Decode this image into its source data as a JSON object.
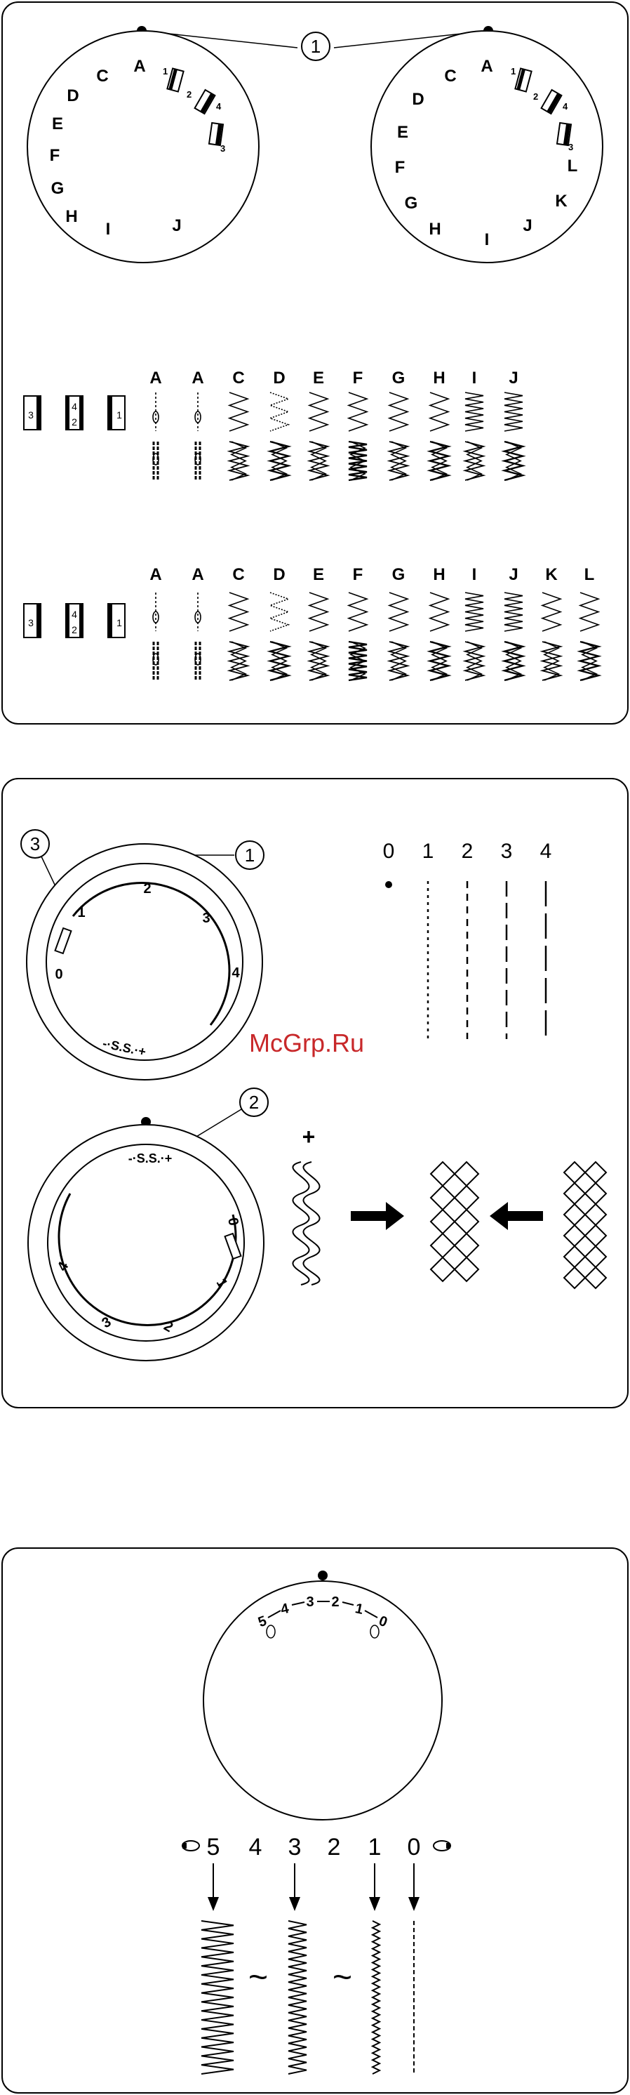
{
  "callouts": {
    "one": "1",
    "two": "2",
    "three": "3"
  },
  "panel1": {
    "dial_left_letters": [
      "A",
      "C",
      "D",
      "E",
      "F",
      "G",
      "H",
      "I",
      "J"
    ],
    "dial_right_letters": [
      "A",
      "C",
      "D",
      "E",
      "F",
      "G",
      "H",
      "I",
      "J",
      "K",
      "L"
    ],
    "dial_marks": {
      "m1": "1",
      "m2": "2",
      "m3": "3",
      "m4": "4"
    },
    "row1_headers": [
      "A",
      "A",
      "C",
      "D",
      "E",
      "F",
      "G",
      "H",
      "I",
      "J"
    ],
    "row2_headers": [
      "A",
      "A",
      "C",
      "D",
      "E",
      "F",
      "G",
      "H",
      "I",
      "J",
      "K",
      "L"
    ],
    "position_box": {
      "b1": "3",
      "b2a": "4",
      "b2b": "2",
      "b3": "1"
    }
  },
  "panel2": {
    "dial_numbers": [
      "0",
      "1",
      "2",
      "3",
      "4"
    ],
    "ss_label": "-·S.S.·+",
    "length_header": [
      "0",
      "1",
      "2",
      "3",
      "4"
    ],
    "plus_label": "+"
  },
  "panel3": {
    "dial_labels": [
      "5",
      "4",
      "3",
      "2",
      "1",
      "0"
    ],
    "width_labels": [
      "5",
      "4",
      "3",
      "2",
      "1",
      "0"
    ],
    "tilde": "~"
  },
  "watermark": "McGrp.Ru"
}
